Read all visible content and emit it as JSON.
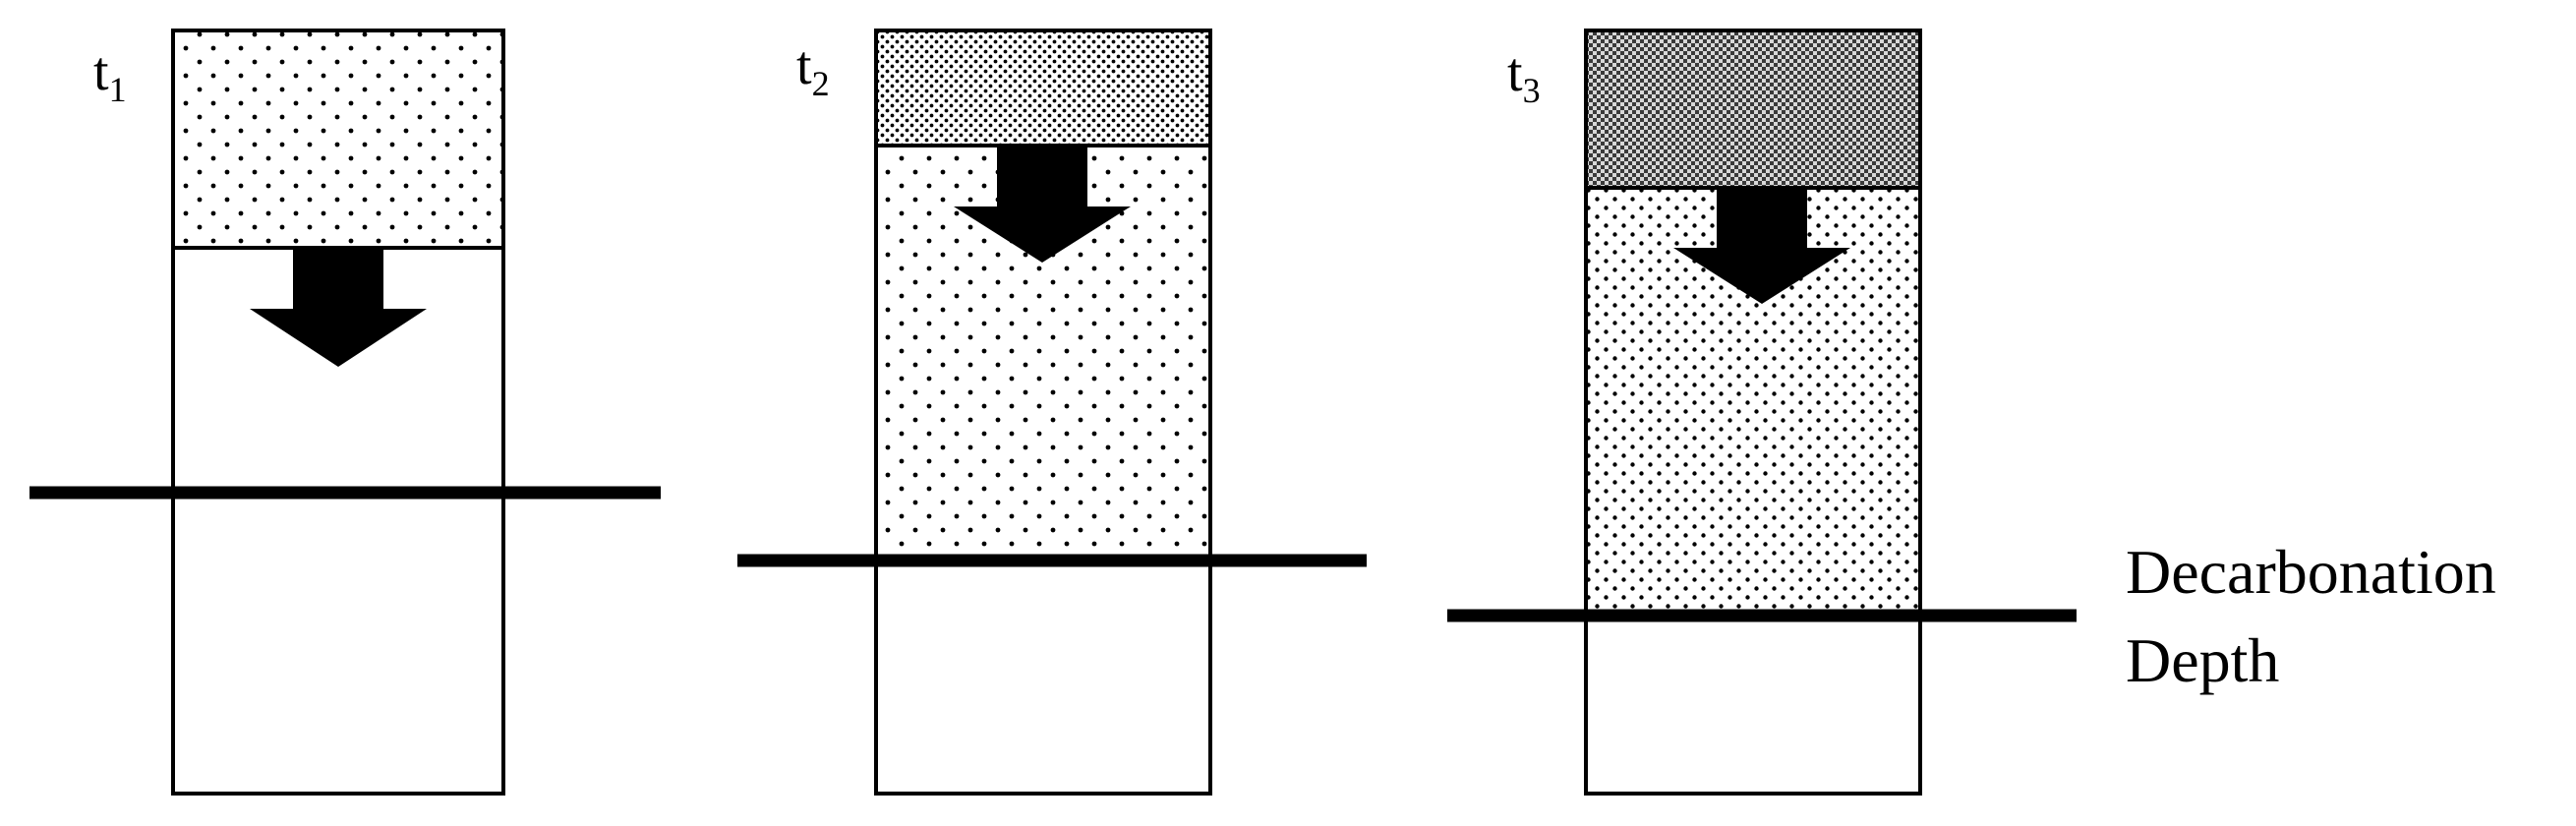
{
  "panels": [
    {
      "time_label": "t",
      "time_subscript": "1"
    },
    {
      "time_label": "t",
      "time_subscript": "2"
    },
    {
      "time_label": "t",
      "time_subscript": "3"
    }
  ],
  "legend": {
    "line1": "Decarbonation",
    "line2": "Depth"
  },
  "colors": {
    "stroke": "#000000",
    "background": "#ffffff",
    "dots": "#000000"
  }
}
